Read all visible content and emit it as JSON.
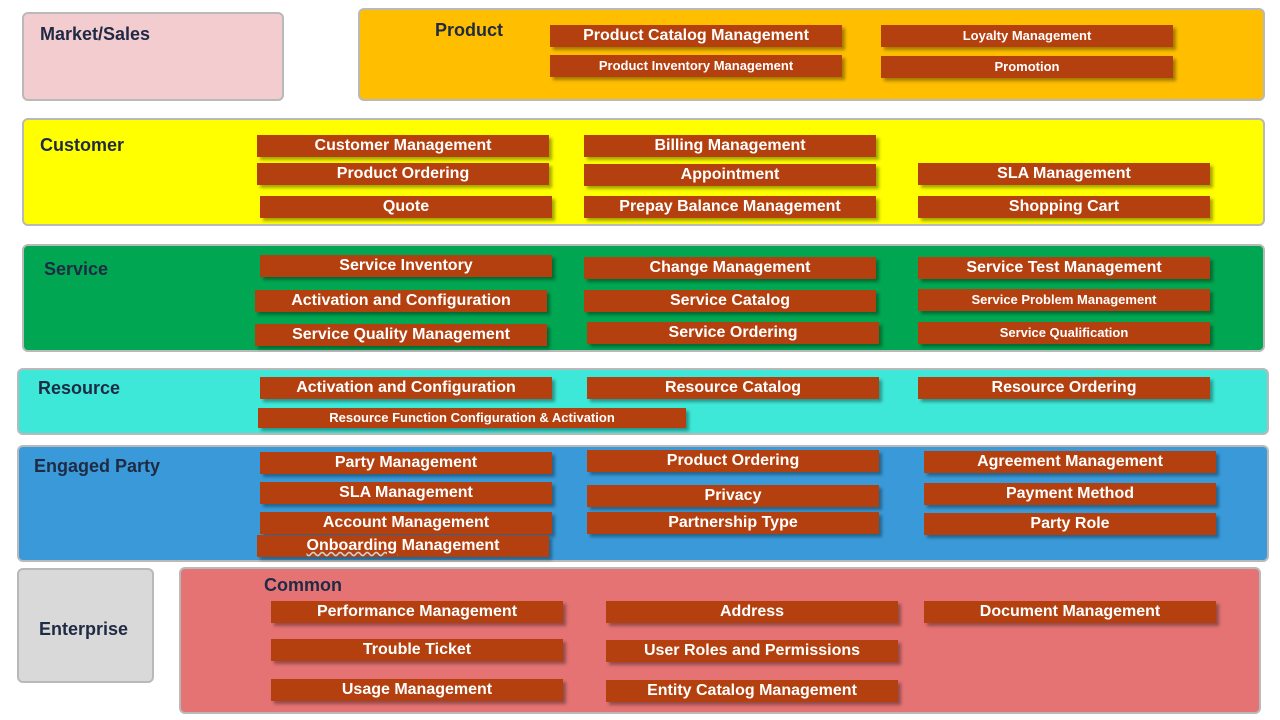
{
  "colors": {
    "market_sales": "#f2cccf",
    "product": "#ffbe00",
    "customer": "#ffff00",
    "service": "#00a651",
    "resource": "#3de8d8",
    "engaged_party": "#3a9ad9",
    "enterprise": "#d9d9d9",
    "common": "#e57373",
    "box": "#b5400f",
    "box_text": "#ffffff"
  },
  "panels": {
    "market_sales": "Market/Sales",
    "product": "Product",
    "customer": "Customer",
    "service": "Service",
    "resource": "Resource",
    "engaged_party": "Engaged Party",
    "enterprise": "Enterprise",
    "common": "Common"
  },
  "product": {
    "catalog": "Product Catalog  Management",
    "inventory": "Product  Inventory  Management",
    "loyalty": "Loyalty Management",
    "promotion": "Promotion"
  },
  "customer": {
    "customer_management": "Customer Management",
    "product_ordering": "Product Ordering",
    "quote": "Quote",
    "billing_management": "Billing Management",
    "appointment": "Appointment",
    "prepay_balance": "Prepay Balance  Management",
    "sla_management": "SLA Management",
    "shopping_cart": "Shopping Cart"
  },
  "service": {
    "inventory": "Service Inventory",
    "activation": "Activation and Configuration",
    "quality": "Service Quality  Management",
    "change": "Change Management",
    "catalog": "Service Catalog",
    "ordering": "Service Ordering",
    "test": "Service Test  Management",
    "problem": "Service Problem Management",
    "qualification": "Service Qualification"
  },
  "resource": {
    "activation": "Activation and Configuration",
    "function_config": "Resource Function Configuration & Activation",
    "catalog": "Resource Catalog",
    "ordering": "Resource Ordering"
  },
  "engaged_party": {
    "party_management": "Party Management",
    "sla_management": "SLA Management",
    "account_management": "Account Management",
    "onboarding_word": "Onboarding",
    "onboarding_rest": " Management",
    "product_ordering": "Product Ordering",
    "privacy": "Privacy",
    "partnership_type": "Partnership Type",
    "agreement_management": "Agreement Management",
    "payment_method": "Payment Method",
    "party_role": "Party Role"
  },
  "common": {
    "performance": "Performance Management",
    "trouble_ticket": "Trouble Ticket",
    "usage": "Usage Management",
    "address": "Address",
    "user_roles": "User Roles and Permissions",
    "entity_catalog": "Entity Catalog Management",
    "document": "Document Management"
  }
}
